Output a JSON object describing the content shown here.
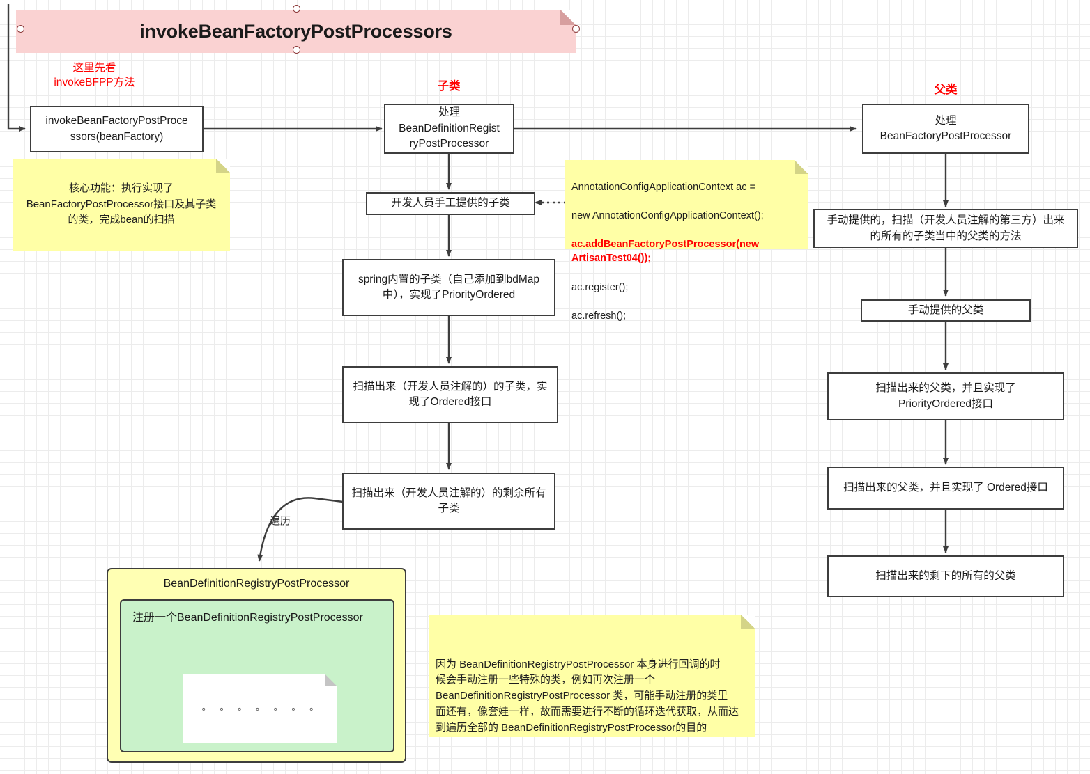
{
  "banner": {
    "title": "invokeBeanFactoryPostProcessors",
    "color": "#fad2d2"
  },
  "labels": {
    "entry_note": "这里先看\ninvokeBFPP方法",
    "child_class": "子类",
    "parent_class": "父类",
    "traverse": "遍历",
    "red_color": "#ff0000"
  },
  "left_column": {
    "entry_box": "invokeBeanFactoryPostProce\nssors(beanFactory)",
    "core_note": "核心功能：执行实现了\nBeanFactoryPostProcessor接口及其子类\n的类，完成bean的扫描"
  },
  "center_column": [
    {
      "text": "处理\nBeanDefinitionRegist\nryPostProcessor"
    },
    {
      "text": "开发人员手工提供的子类"
    },
    {
      "text": "spring内置的子类（自己添加到bdMap\n中），实现了PriorityOrdered"
    },
    {
      "text": "扫描出来（开发人员注解的）的子类，实\n现了Ordered接口"
    },
    {
      "text": "扫描出来（开发人员注解的）的剩余所有\n子类"
    }
  ],
  "right_column": [
    {
      "text": "处理\nBeanFactoryPostProcessor"
    },
    {
      "text": "手动提供的，扫描（开发人员注解的第三方）出来\n的所有的子类当中的父类的方法"
    },
    {
      "text": "手动提供的父类"
    },
    {
      "text": "扫描出来的父类，并且实现了\nPriorityOrdered接口"
    },
    {
      "text": "扫描出来的父类，并且实现了 Ordered接口"
    },
    {
      "text": "扫描出来的剩下的所有的父类"
    }
  ],
  "code_note": {
    "line1": "AnnotationConfigApplicationContext ac =",
    "line2": "new AnnotationConfigApplicationContext();",
    "highlight": "  ac.addBeanFactoryPostProcessor(new\nArtisanTest04());",
    "line3": "   ac.register();",
    "line4": "  ac.refresh();",
    "highlight_color": "#ff0000"
  },
  "group": {
    "outer_title": "BeanDefinitionRegistryPostProcessor",
    "inner_title": "注册一个BeanDefinitionRegistryPostProcessor",
    "inner_dots": "∘ ∘ ∘ ∘ ∘ ∘ ∘",
    "outer_color": "#ffffb3",
    "inner_color": "#c9f2ca"
  },
  "bottom_note": {
    "text": "因为 BeanDefinitionRegistryPostProcessor 本身进行回调的时\n候会手动注册一些特殊的类，例如再次注册一个\nBeanDefinitionRegistryPostProcessor 类，可能手动注册的类里\n面还有，像套娃一样，故而需要进行不断的循环迭代获取，从而达\n到遍历全部的 BeanDefinitionRegistryPostProcessor的目的"
  }
}
